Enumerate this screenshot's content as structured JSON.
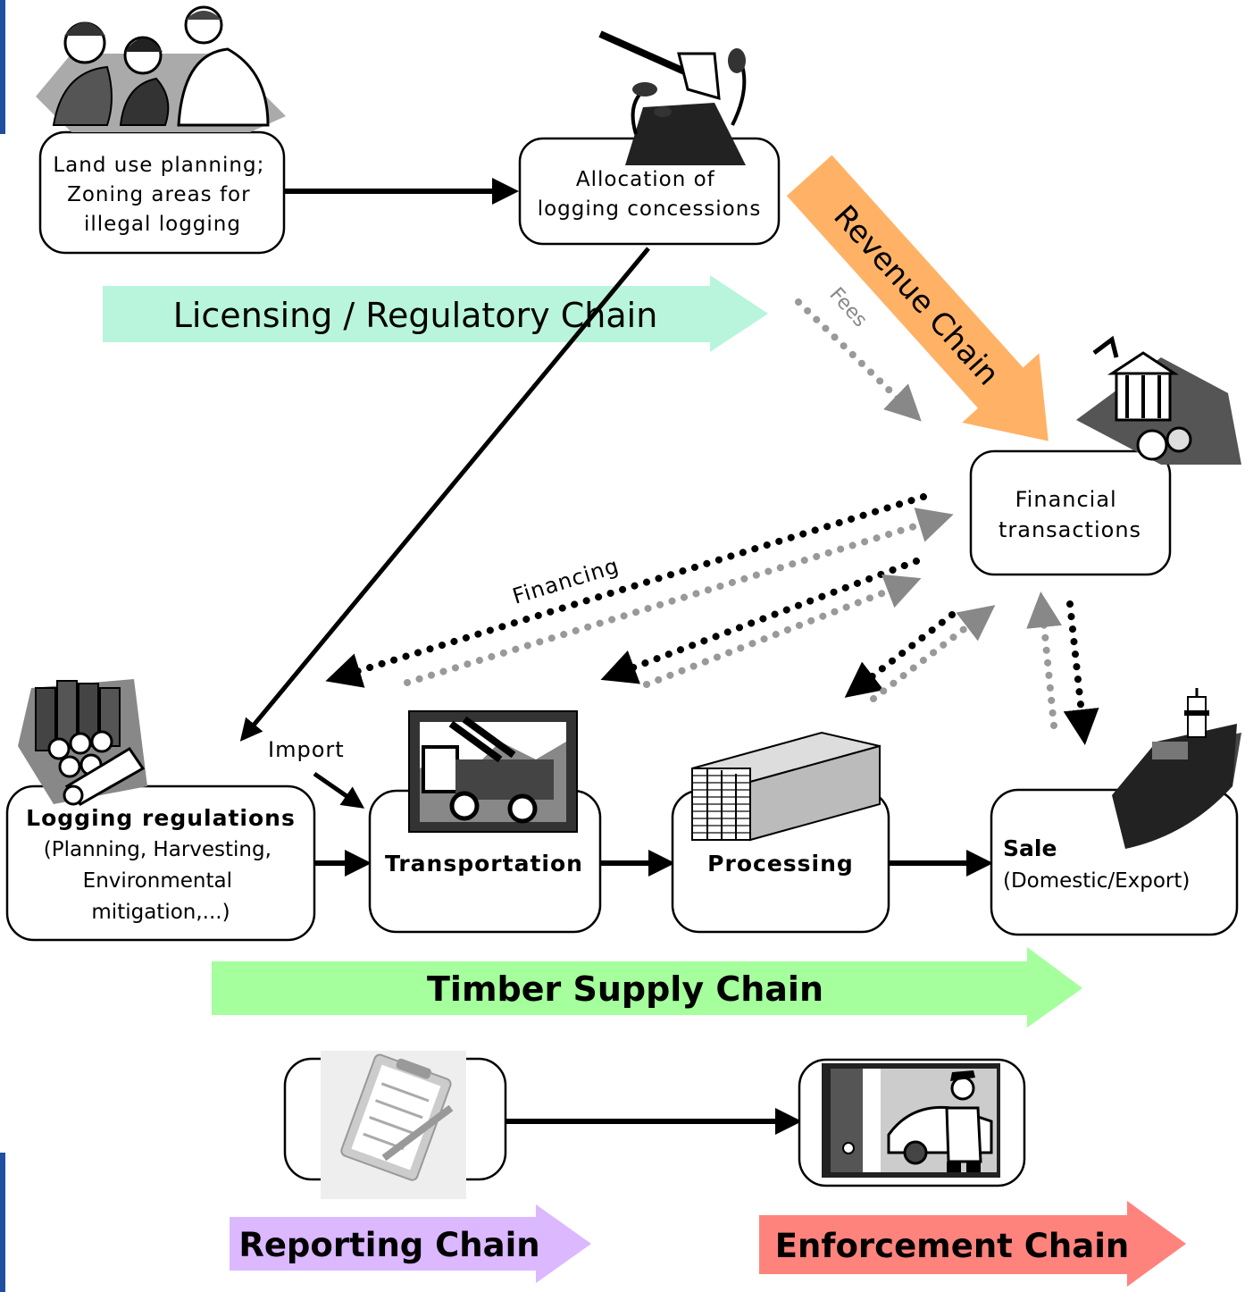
{
  "colors": {
    "frame_blue": "#1f4fa0",
    "licensing_chain": "#b8f5dc",
    "revenue_chain": "#ffb266",
    "timber_chain": "#a4ff9c",
    "reporting_chain": "#dbb8ff",
    "enforcement_chain": "#ff837d",
    "arrow_dark": "#000000",
    "arrow_gray": "#999999"
  },
  "boxes": {
    "land_use": [
      "Land use planning;",
      "Zoning areas for",
      "illegal logging"
    ],
    "allocation": [
      "Allocation of",
      "logging concessions"
    ],
    "financial": [
      "Financial",
      "transactions"
    ],
    "logging_regulations_title": "Logging regulations",
    "logging_regulations_detail": [
      "(Planning, Harvesting,",
      "Environmental",
      "mitigation,...)"
    ],
    "transportation": "Transportation",
    "processing": "Processing",
    "sale_title": "Sale",
    "sale_detail": "(Domestic/Export)"
  },
  "labels": {
    "fees": "Fees",
    "financing": "Financing",
    "import": "Import"
  },
  "chains": {
    "licensing": "Licensing / Regulatory Chain",
    "revenue": "Revenue Chain",
    "timber": "Timber Supply Chain",
    "reporting": "Reporting Chain",
    "enforcement": "Enforcement Chain"
  },
  "icons": [
    "planning-people-icon",
    "axe-stump-icon",
    "bank-money-icon",
    "log-pile-icon",
    "logging-truck-icon",
    "lumber-stack-icon",
    "cargo-ship-icon",
    "clipboard-report-icon",
    "inspector-officer-icon"
  ]
}
